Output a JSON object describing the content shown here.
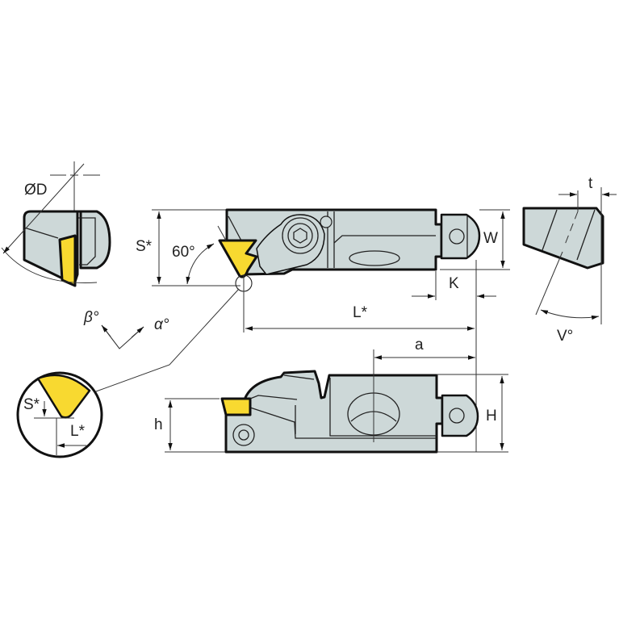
{
  "diagram": {
    "title": "Grooving / threading cartridge tool dimension drawing",
    "colors": {
      "body_fill": "#cdd8d8",
      "insert_fill": "#f8d930",
      "outline": "#111111",
      "dimension_line": "#333333"
    },
    "views": {
      "end_view": {
        "labels": {
          "diameter": "ØD"
        }
      },
      "top_view": {
        "labels": {
          "S": "S*",
          "angle": "60°",
          "W": "W",
          "K": "K",
          "L": "L*"
        }
      },
      "side_view_right": {
        "labels": {
          "t": "t",
          "V": "V°"
        }
      },
      "axes": {
        "labels": {
          "beta": "β°",
          "alpha": "α°"
        }
      },
      "detail_view": {
        "labels": {
          "S": "S*",
          "L": "L*"
        }
      },
      "front_view": {
        "labels": {
          "a": "a",
          "h": "h",
          "H": "H"
        }
      }
    }
  }
}
